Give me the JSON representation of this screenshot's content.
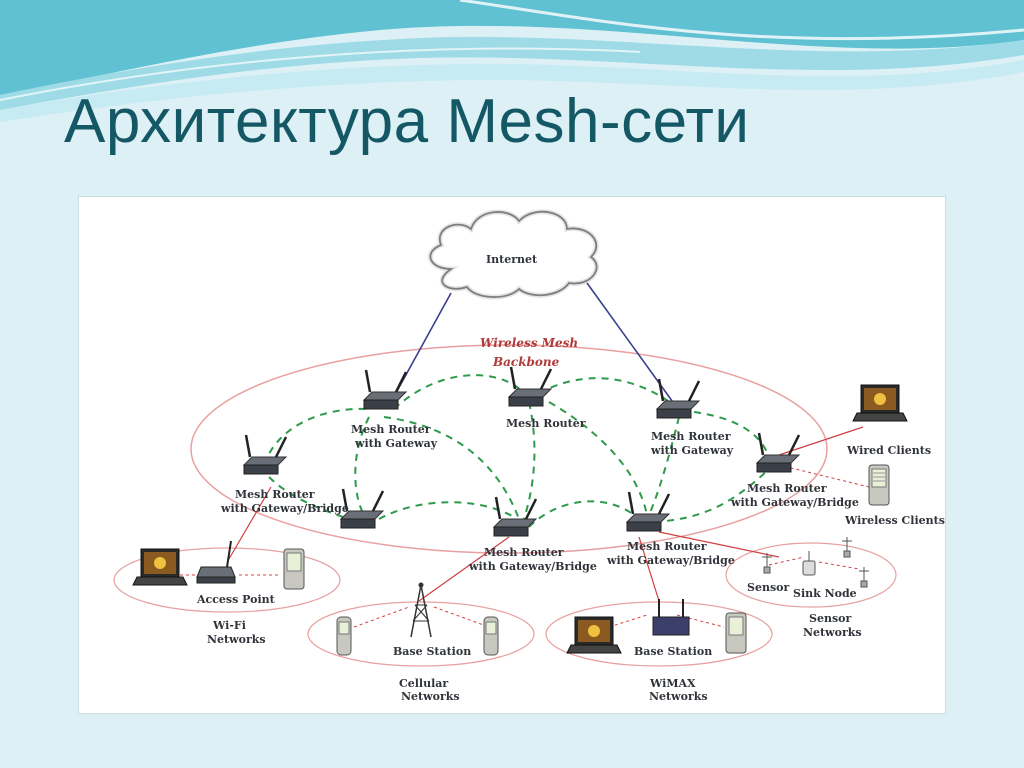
{
  "slide": {
    "title": "Архитектура Mesh-сети"
  },
  "diagram": {
    "internet_label": "Internet",
    "backbone_label_line1": "Wireless Mesh",
    "backbone_label_line2": "Backbone",
    "routers": [
      {
        "line1": "Mesh Router",
        "line2": "with Gateway"
      },
      {
        "line1": "Mesh Router",
        "line2": ""
      },
      {
        "line1": "Mesh Router",
        "line2": "with Gateway"
      },
      {
        "line1": "Mesh Router",
        "line2": "with Gateway/Bridge"
      },
      {
        "line1": "Mesh Router",
        "line2": "with Gateway/Bridge"
      },
      {
        "line1": "Mesh Router",
        "line2": "with Gateway/Bridge"
      },
      {
        "line1": "Mesh Router",
        "line2": "with Gateway/Bridge"
      }
    ],
    "clients": {
      "wired": "Wired Clients",
      "wireless": "Wireless Clients"
    },
    "wifi": {
      "device": "Access Point",
      "name_line1": "Wi-Fi",
      "name_line2": "Networks"
    },
    "cellular": {
      "device": "Base Station",
      "name_line1": "Cellular",
      "name_line2": "Networks"
    },
    "wimax": {
      "device": "Base Station",
      "name_line1": "WiMAX",
      "name_line2": "Networks"
    },
    "sensor": {
      "sensor_label": "Sensor",
      "sink_label": "Sink Node",
      "name_line1": "Sensor",
      "name_line2": "Networks"
    },
    "colors": {
      "title": "#145866",
      "mesh_link": "#2e9a4a",
      "ellipse": "#e8a0a0",
      "uplink": "#3a3f8f",
      "client_link": "#d04040"
    }
  }
}
